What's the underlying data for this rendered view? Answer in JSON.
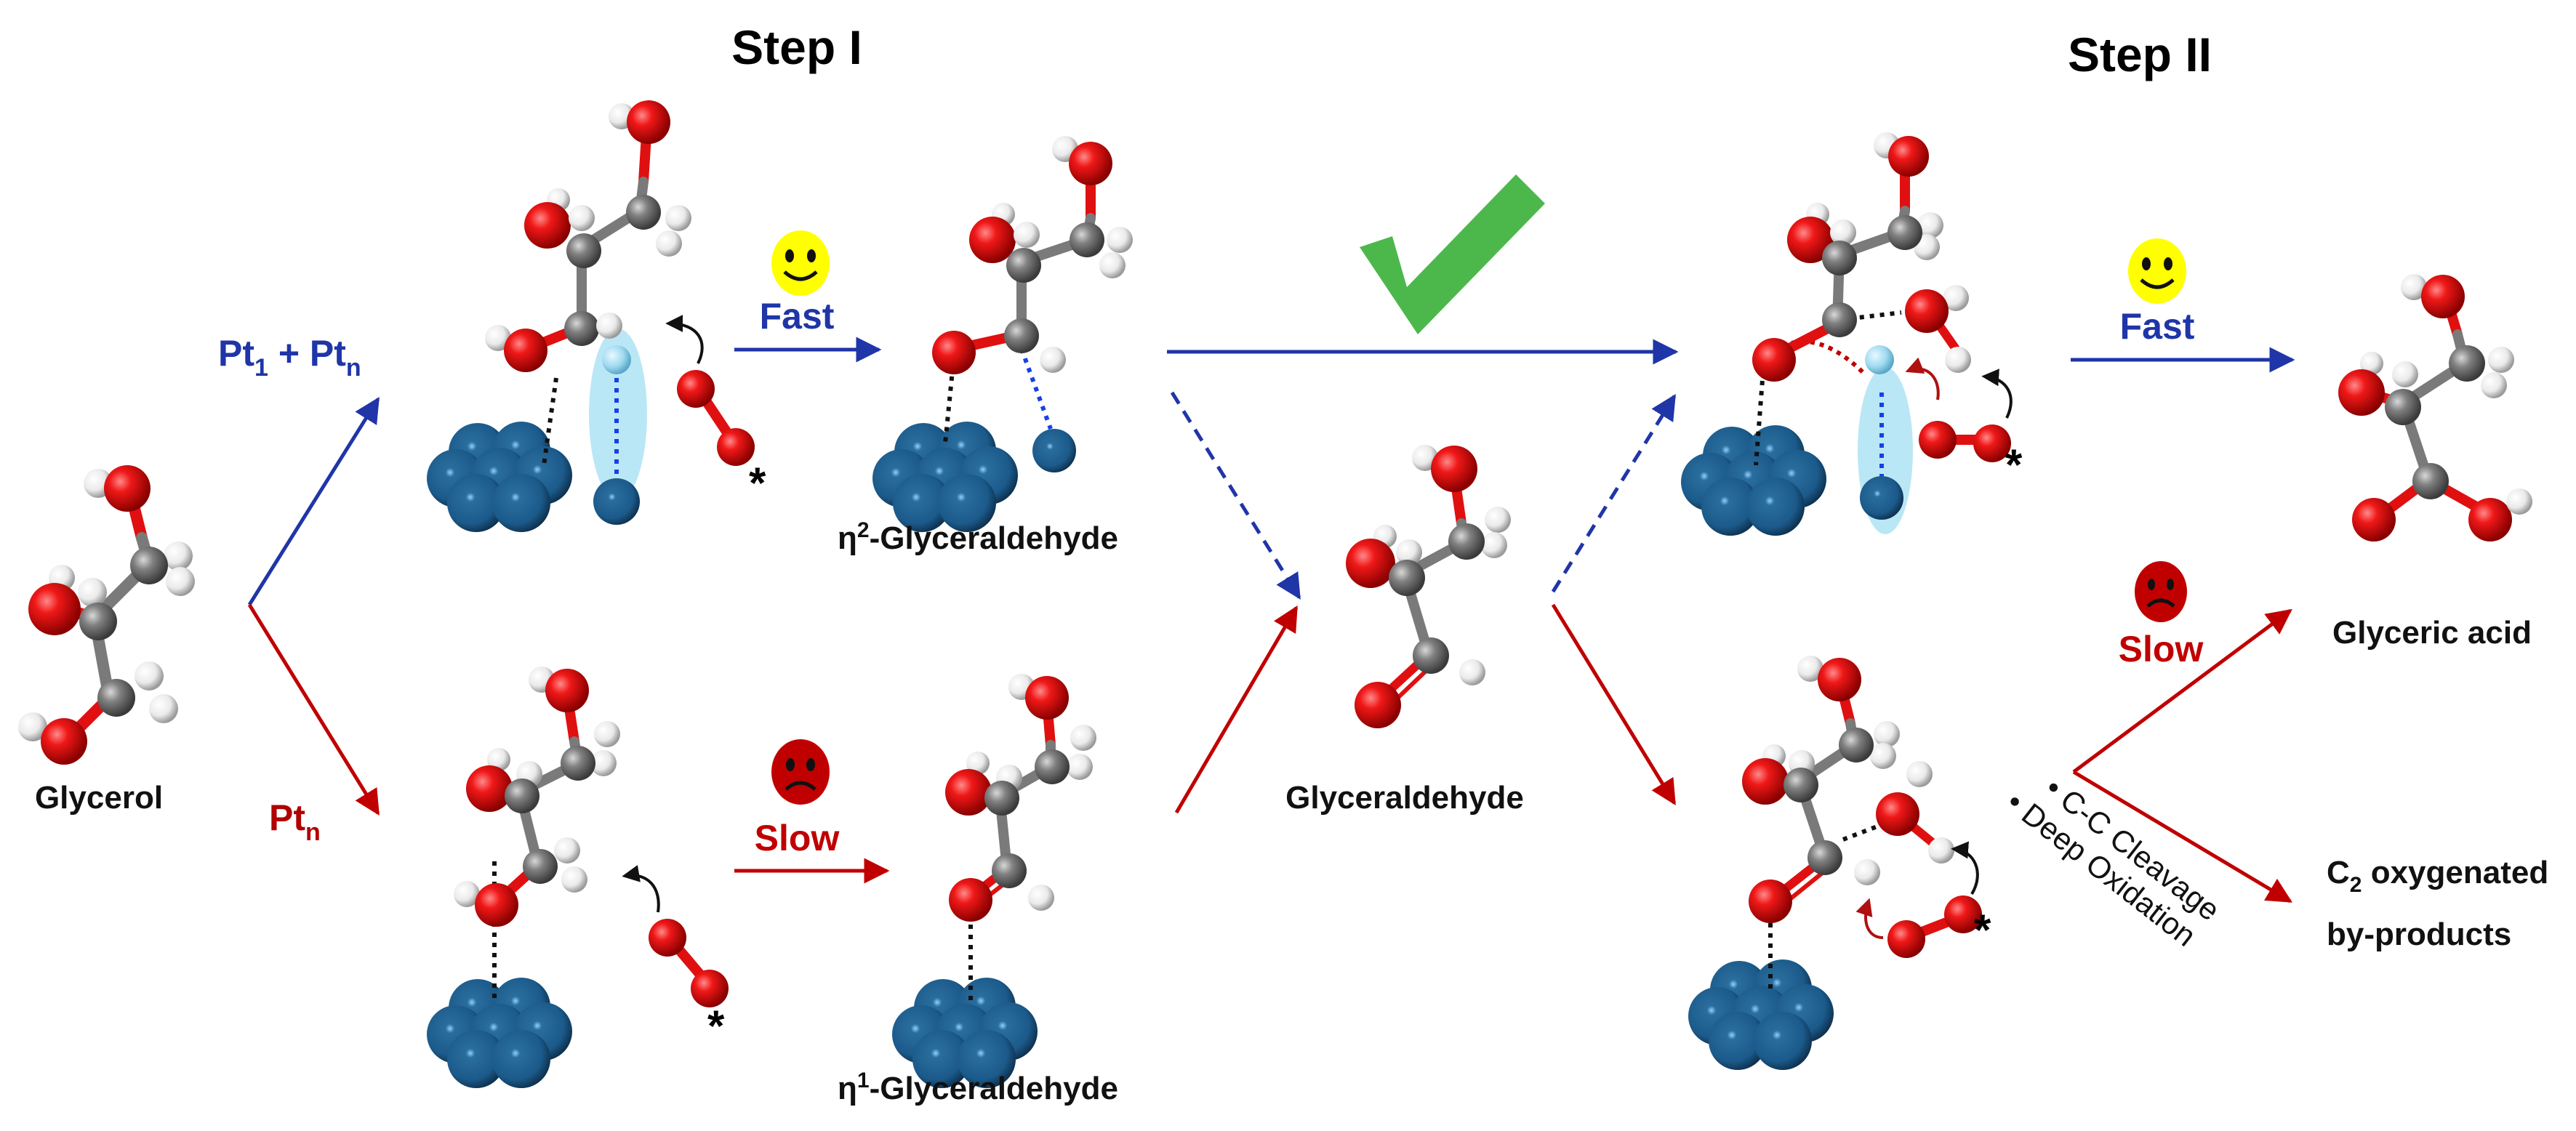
{
  "titles": {
    "step1": "Step I",
    "step2": "Step II"
  },
  "colors": {
    "blue_path": "#1f35a8",
    "red_path": "#c00000",
    "check": "#4cb84c",
    "oxygen": "#e01010",
    "carbon": "#7a7a7a",
    "hydrogen": "#f2f2f2",
    "platinum": "#1b5a8a",
    "single_atom_highlight": "#aee3f5",
    "happy_face": "#ffff00",
    "sad_face": "#c00000"
  },
  "conditions": {
    "upper": {
      "main": "Pt",
      "sub1": "1",
      "plus": " + ",
      "main2": "Pt",
      "sub2": "n"
    },
    "lower": {
      "main": "Pt",
      "sub": "n"
    }
  },
  "rates": {
    "step1_upper": {
      "icon": "happy-face-icon",
      "label": "Fast"
    },
    "step1_lower": {
      "icon": "sad-face-icon",
      "label": "Slow"
    },
    "step2_upper": {
      "icon": "happy-face-icon",
      "label": "Fast"
    },
    "step2_lower": {
      "icon": "sad-face-icon",
      "label": "Slow"
    }
  },
  "molecules": {
    "glycerol": {
      "label": "Glycerol"
    },
    "eta2": {
      "prefix": "η",
      "sup": "2",
      "name": "-Glyceraldehyde"
    },
    "eta1": {
      "prefix": "η",
      "sup": "1",
      "name": "-Glyceraldehyde"
    },
    "glyceraldehyde": {
      "label": "Glyceraldehyde"
    },
    "glyceric_acid": {
      "label": "Glyceric acid"
    },
    "byproducts": {
      "line1_main": "C",
      "line1_sub": "2",
      "line1_rest": " oxygenated",
      "line2": "by-products"
    }
  },
  "side_reactions": [
    "C-C Cleavage",
    "Deep Oxidation"
  ],
  "markers": {
    "radical": "*",
    "preferred_path": "check-mark-icon"
  }
}
